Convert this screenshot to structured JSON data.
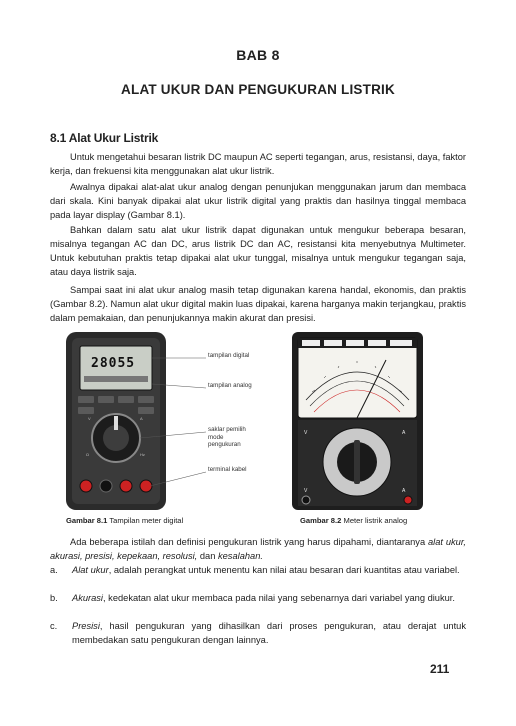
{
  "chapter": "BAB 8",
  "title": "ALAT UKUR DAN PENGUKURAN LISTRIK",
  "section": "8.1 Alat Ukur Listrik",
  "paragraphs": [
    "Untuk mengetahui besaran listrik DC maupun AC seperti tegangan, arus, resistansi, daya, faktor kerja, dan frekuensi kita menggunakan alat ukur listrik.",
    "Awalnya dipakai alat-alat ukur analog dengan penunjukan menggunakan jarum dan membaca dari skala. Kini banyak dipakai alat ukur listrik digital yang praktis dan hasilnya tinggal membaca pada layar display (Gambar 8.1).",
    "Bahkan dalam satu alat ukur listrik dapat digunakan untuk mengukur beberapa besaran, misalnya tegangan AC dan DC, arus listrik DC dan AC, resistansi kita menyebutnya Multimeter. Untuk kebutuhan praktis tetap dipakai alat ukur tunggal, misalnya untuk mengukur tegangan saja, atau daya listrik saja.",
    "Sampai saat ini alat ukur analog masih tetap digunakan karena handal, ekonomis, dan praktis (Gambar 8.2). Namun alat ukur digital makin luas dipakai, karena harganya makin terjangkau, praktis dalam pemakaian, dan penunjukannya makin akurat dan presisi."
  ],
  "figure1": {
    "caption_label": "Gambar 8.1",
    "caption_text": "Tampilan meter digital",
    "display_value": "28055",
    "callouts": [
      "tampilan digital",
      "tampilan analog",
      "saklar pemilih mode pengukuran",
      "terminal kabel"
    ]
  },
  "figure2": {
    "caption_label": "Gambar 8.2",
    "caption_text": "Meter listrik analog"
  },
  "terms_intro": "Ada beberapa istilah dan definisi pengukuran listrik yang harus dipahami, diantaranya",
  "terms_list": "alat ukur, akurasi, presisi, kepekaan, resolusi,",
  "terms_and": "dan",
  "terms_last": "kesalahan.",
  "definitions": [
    {
      "marker": "a.",
      "term": "Alat ukur",
      "text": ", adalah perangkat untuk menentu kan nilai atau besaran dari kuantitas atau variabel."
    },
    {
      "marker": "b.",
      "term": "Akurasi",
      "text": ", kedekatan alat ukur membaca pada nilai yang sebenarnya dari variabel yang diukur."
    },
    {
      "marker": "c.",
      "term": "Presisi",
      "text": ", hasil pengukuran yang dihasilkan dari proses pengukuran, atau derajat untuk membedakan satu pengukuran dengan lainnya."
    }
  ],
  "page_number": "211"
}
